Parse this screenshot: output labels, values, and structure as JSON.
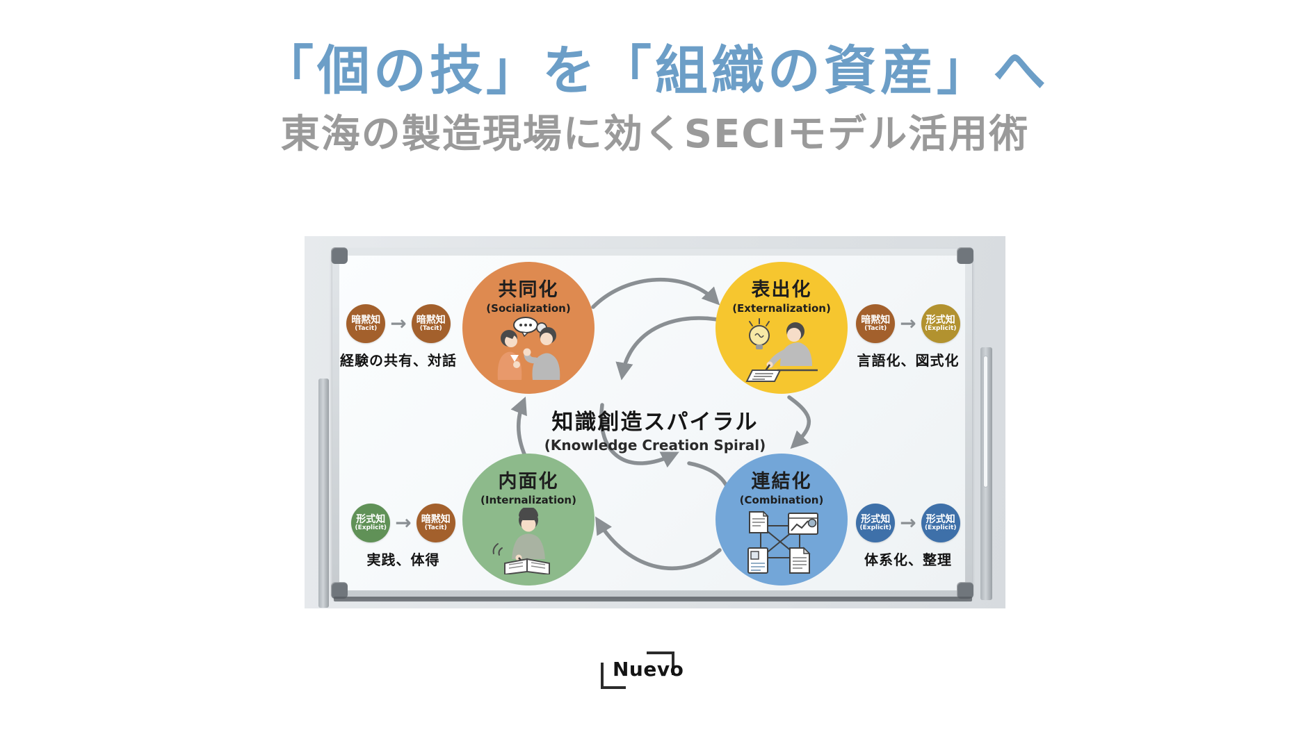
{
  "page": {
    "title": "「個の技」を「組織の資産」へ",
    "subtitle": "東海の製造現場に効くSECIモデル活用術"
  },
  "icons": {
    "arrow_right": "→"
  },
  "colors": {
    "title_blue": "#6c9ec7",
    "subtitle_gray": "#9a9a9a",
    "socialization_orange": "#de8a50",
    "externalization_yellow": "#f6c62f",
    "internalization_green": "#8dba8b",
    "combination_blue": "#73a6d8",
    "tacit_brown": "#a3602c",
    "explicit_gold": "#b2922f",
    "explicit_green": "#609157",
    "explicit_blue": "#3e70a9",
    "arrow_gray": "#8a8f93"
  },
  "diagram": {
    "center": {
      "title": "知識創造スパイラル",
      "subtitle": "(Knowledge Creation Spiral)"
    },
    "quadrants": [
      {
        "id": "socialization",
        "title": "共同化",
        "subtitle": "(Socialization)"
      },
      {
        "id": "externalization",
        "title": "表出化",
        "subtitle": "(Externalization)"
      },
      {
        "id": "internalization",
        "title": "内面化",
        "subtitle": "(Internalization)"
      },
      {
        "id": "combination",
        "title": "連結化",
        "subtitle": "(Combination)"
      }
    ],
    "annotations": [
      {
        "position": "top-left",
        "from": {
          "label": "暗黙知",
          "sub": "(Tacit)"
        },
        "to": {
          "label": "暗黙知",
          "sub": "(Tacit)"
        },
        "caption": "経験の共有、対話"
      },
      {
        "position": "top-right",
        "from": {
          "label": "暗黙知",
          "sub": "(Tacit)"
        },
        "to": {
          "label": "形式知",
          "sub": "(Explicit)"
        },
        "caption": "言語化、図式化"
      },
      {
        "position": "bottom-left",
        "from": {
          "label": "形式知",
          "sub": "(Explicit)"
        },
        "to": {
          "label": "暗黙知",
          "sub": "(Tacit)"
        },
        "caption": "実践、体得"
      },
      {
        "position": "bottom-right",
        "from": {
          "label": "形式知",
          "sub": "(Explicit)"
        },
        "to": {
          "label": "形式知",
          "sub": "(Explicit)"
        },
        "caption": "体系化、整理"
      }
    ]
  },
  "footer": {
    "logo_text": "Nuevo"
  }
}
